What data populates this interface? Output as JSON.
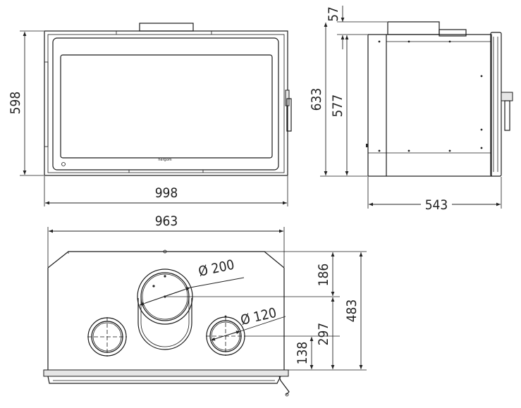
{
  "front_view": {
    "brand_label": "hergom",
    "dim_height": "598",
    "dim_width": "998"
  },
  "side_view": {
    "dim_flue_top": "57",
    "dim_total_height": "633",
    "dim_body_height": "577",
    "dim_depth": "543"
  },
  "top_view": {
    "dim_width": "963",
    "flue_diameter": "Ø 200",
    "air_inlet_diameter": "Ø 120",
    "dim_flue_offset": "186",
    "dim_inlet_offset": "297",
    "dim_inlet_height": "138",
    "dim_total_depth": "483"
  }
}
